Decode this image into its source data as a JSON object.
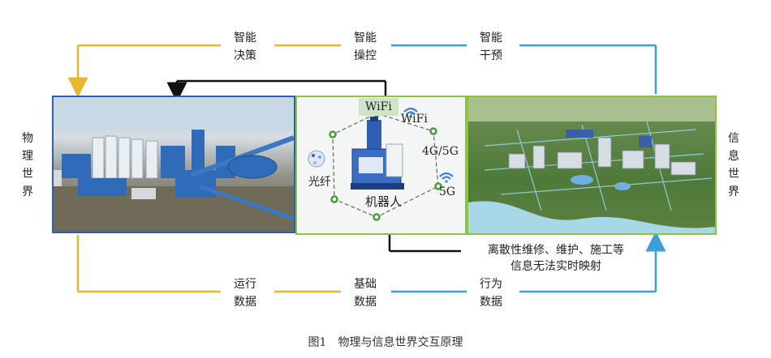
{
  "colors": {
    "physical_frame": "#2c5fb0",
    "info_frame": "#8cc43f",
    "center_frame": "#8cc43f",
    "arrow_left": "#e8b730",
    "arrow_right": "#3b9ddc",
    "arrow_black": "#111111",
    "tag_bg": "#cfe3c6",
    "node_green": "#4a9a3a"
  },
  "top": {
    "left": "智能决策",
    "middle": "智能操控",
    "right": "智能干预"
  },
  "bottom": {
    "left": "运行数据",
    "middle": "基础数据",
    "right": "行为数据"
  },
  "side": {
    "left": "物理世界",
    "right": "信息世界"
  },
  "center": {
    "wifi_tag": "WiFi",
    "wifi_label": "WiFi",
    "net_label": "4G/5G",
    "g5_label": "5G",
    "fiber_label": "光纤",
    "robot_label": "机器人"
  },
  "note": {
    "line1": "离散性维修、维护、施工等",
    "line2": "信息无法实时映射"
  },
  "caption": "图1　物理与信息世界交互原理"
}
